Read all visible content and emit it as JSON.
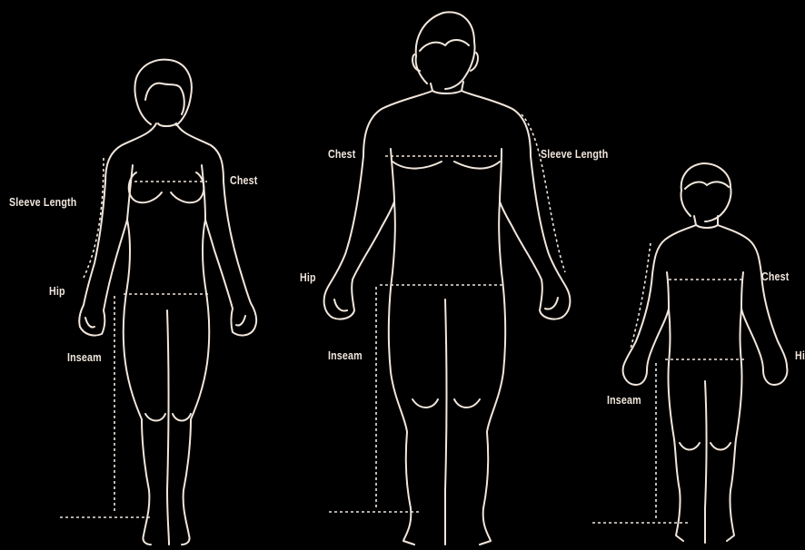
{
  "figures": [
    {
      "id": "woman",
      "labels": {
        "sleeve": "Sleeve Length",
        "chest": "Chest",
        "hip": "Hip",
        "inseam": "Inseam"
      }
    },
    {
      "id": "man",
      "labels": {
        "chest": "Chest",
        "sleeve": "Sleeve Length",
        "hip": "Hip",
        "inseam": "Inseam"
      }
    },
    {
      "id": "child",
      "labels": {
        "chest": "Chest",
        "hip": "Hi",
        "inseam": "Inseam"
      }
    }
  ],
  "colors": {
    "background": "#000000",
    "line": "#f1e6dc"
  }
}
